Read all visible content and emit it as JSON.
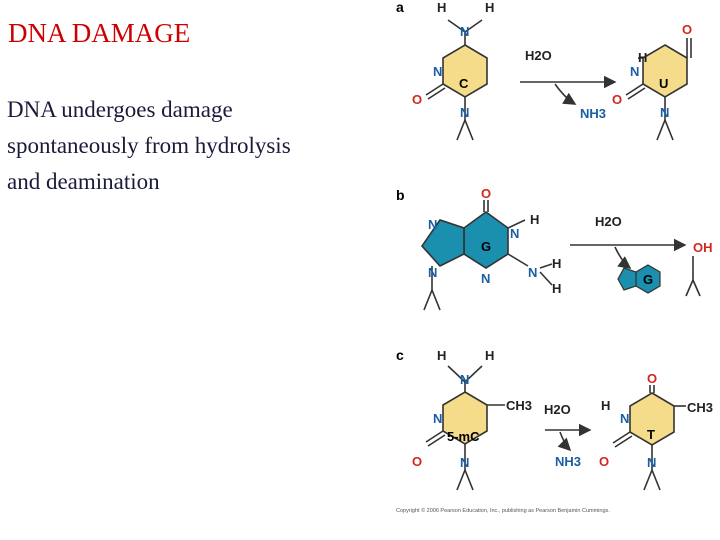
{
  "slide": {
    "title": "DNA DAMAGE",
    "body_lines": [
      "DNA undergoes damage",
      "spontaneously from hydrolysis",
      "and deamination"
    ]
  },
  "diagram": {
    "panels": [
      "a",
      "b",
      "c"
    ],
    "atoms": {
      "H": "H",
      "N": "N",
      "O": "O",
      "OH": "OH",
      "CH3": "CH3"
    },
    "rings": {
      "cytosine": "C",
      "uracil": "U",
      "guanine": "G",
      "guanine_free": "G",
      "methylcytosine": "5-mC",
      "thymine": "T"
    },
    "reagents": {
      "water": "H2O",
      "ammonia": "NH3"
    },
    "copyright": "Copyright © 2006 Pearson Education, Inc., publishing as Pearson Benjamin Cummings.",
    "colors": {
      "title": "#cc0000",
      "pyrimidine_fill": "#f5dc8a",
      "purine_fill": "#1b8fae",
      "nitrogen": "#1a5fa3",
      "oxygen": "#d0281c"
    }
  }
}
